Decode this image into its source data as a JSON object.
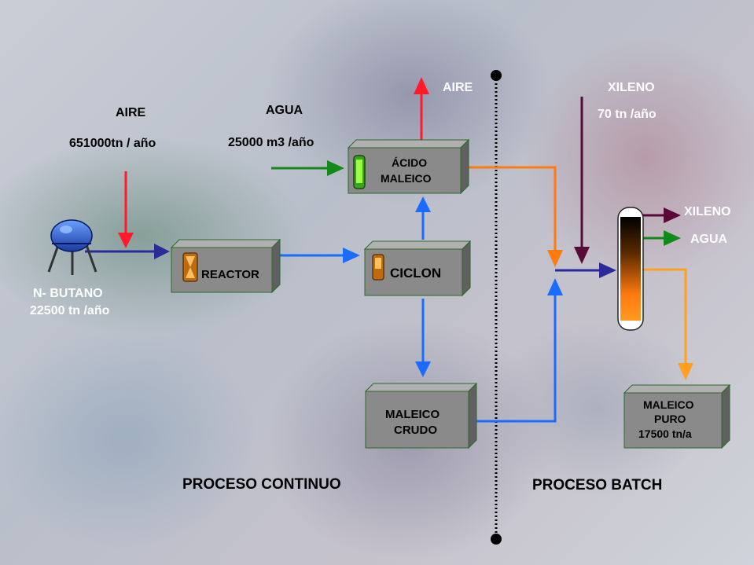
{
  "labels": {
    "aire_left": "AIRE",
    "aire_left_flow": "651000tn / año",
    "agua_left": "AGUA",
    "agua_left_flow": "25000 m3 /año",
    "aire_top": "AIRE",
    "xileno_top": "XILENO",
    "xileno_top_flow": "70 tn /año",
    "xileno_out": "XILENO",
    "agua_out": "AGUA",
    "nbutano": "N- BUTANO",
    "nbutano_flow": "22500 tn /año",
    "proceso_continuo": "PROCESO CONTINUO",
    "proceso_batch": "PROCESO BATCH"
  },
  "boxes": {
    "reactor": "REACTOR",
    "ciclon": "CICLON",
    "acido_l1": "ÁCIDO",
    "acido_l2": "MALEICO",
    "crudo_l1": "MALEICO",
    "crudo_l2": "CRUDO",
    "puro_l1": "MALEICO",
    "puro_l2": "PURO",
    "puro_l3": "17500 tn/a"
  },
  "colors": {
    "red": "#ff1a2a",
    "green": "#118a1a",
    "blue": "#1a6cff",
    "navy": "#2a2a9a",
    "orange": "#ff7a10",
    "lightorange": "#ffa020",
    "purple": "#5a0a3a",
    "box": "#8a8a8a"
  }
}
